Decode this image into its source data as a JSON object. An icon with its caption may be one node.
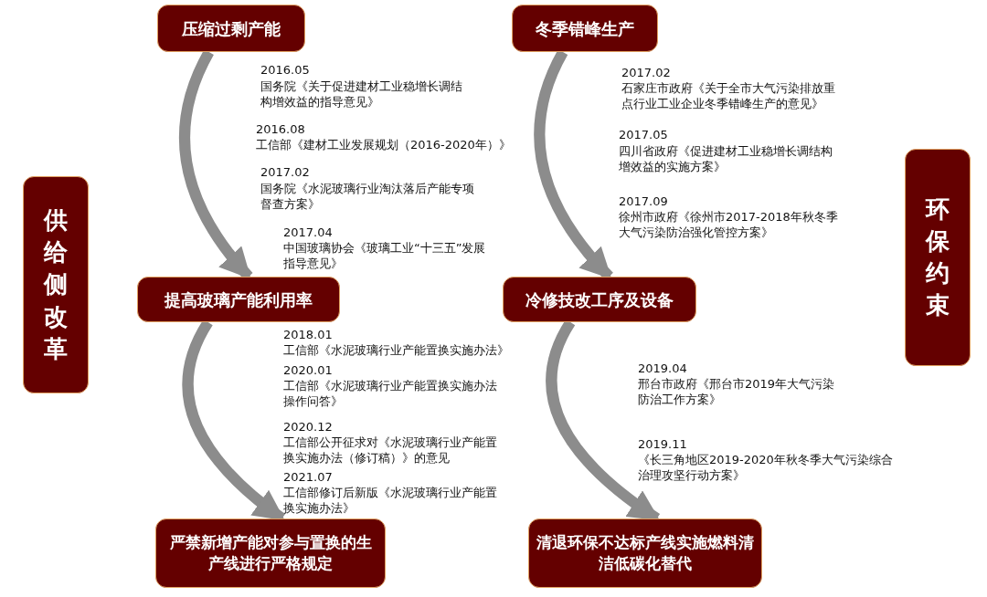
{
  "diagram": {
    "nodes": [
      {
        "text": [
          "供给侧改革"
        ]
      },
      {
        "text": [
          "环保约束"
        ]
      },
      {
        "text": [
          "压缩过剩产能"
        ]
      },
      {
        "text": [
          "提高玻璃产能利用率"
        ]
      },
      {
        "text": [
          "严禁新增产能对参与置换的生产线进行严格规定"
        ]
      },
      {
        "text": [
          "冬季错峰生产"
        ]
      },
      {
        "text": [
          "冷修技改工序及设备"
        ]
      },
      {
        "text": [
          "清退环保不达标产线实施燃料清洁低碳化替代"
        ]
      }
    ],
    "edges": [
      {
        "from": 2,
        "to": 3,
        "arrow": "to"
      },
      {
        "from": 3,
        "to": 4,
        "arrow": "to"
      },
      {
        "from": 5,
        "to": 6,
        "arrow": "to"
      },
      {
        "from": 6,
        "to": 7,
        "arrow": "to"
      }
    ],
    "labels": [
      "2016.05",
      "国务院《关于促进建材工业稳增长调结构增效益的指导意见》",
      "2016.08",
      "工信部《建材工业发展规划（2016-2020年）》",
      "2017.02",
      "国务院《水泥玻璃行业淘汰落后产能专项督查方案》",
      "2017.04",
      "中国玻璃协会《玻璃工业“十三五”发展指导意见》",
      "2017.02",
      "石家庄市政府《关于全市大气污染排放重点行业工业企业冬季错峰生产的意见》",
      "2017.05",
      "四川省政府《促进建材工业稳增长调结构增效益的实施方案》",
      "2017.09",
      "徐州市政府《徐州市2017-2018年秋冬季大气污染防治强化管控方案》",
      "2018.01",
      "工信部《水泥玻璃行业产能置换实施办法》",
      "2020.01",
      "工信部《水泥玻璃行业产能置换实施办法操作问答》",
      "2020.12",
      "工信部公开征求对《水泥玻璃行业产能置换实施办法（修订稿）》的意见",
      "2021.07",
      "工信部修订后新版《水泥玻璃行业产能置换实施办法》",
      "2019.04",
      "邢台市政府《邢台市2019年大气污染防治工作方案》",
      "2019.11",
      "《长三角地区2019-2020年秋冬季大气污染综合治理攻坚行动方案》"
    ]
  }
}
